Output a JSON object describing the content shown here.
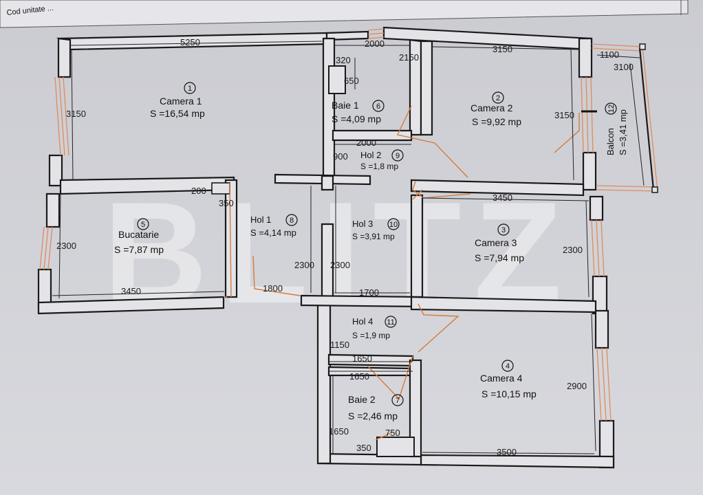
{
  "header": {
    "label": "Cod unitate ..."
  },
  "watermark": "BLITZ",
  "rooms": [
    {
      "id": "r1",
      "num": "1",
      "name": "Camera 1",
      "area": "S =16,54 mp"
    },
    {
      "id": "r2",
      "num": "2",
      "name": "Camera 2",
      "area": "S =9,92 mp"
    },
    {
      "id": "r3",
      "num": "3",
      "name": "Camera 3",
      "area": "S =7,94 mp"
    },
    {
      "id": "r4",
      "num": "4",
      "name": "Camera 4",
      "area": "S =10,15 mp"
    },
    {
      "id": "r5",
      "num": "5",
      "name": "Bucatarie",
      "area": "S =7,87 mp"
    },
    {
      "id": "r6",
      "num": "6",
      "name": "Baie 1",
      "area": "S =4,09 mp"
    },
    {
      "id": "r7",
      "num": "7",
      "name": "Baie 2",
      "area": "S =2,46 mp"
    },
    {
      "id": "r8",
      "num": "8",
      "name": "Hol 1",
      "area": "S =4,14 mp"
    },
    {
      "id": "r9",
      "num": "9",
      "name": "Hol 2",
      "area": "S =1,8 mp"
    },
    {
      "id": "r10",
      "num": "10",
      "name": "Hol 3",
      "area": "S =3,91 mp"
    },
    {
      "id": "r11",
      "num": "11",
      "name": "Hol 4",
      "area": "S =1,9 mp"
    },
    {
      "id": "r12",
      "num": "12",
      "name": "Balcon",
      "area": "S =3,41 mp"
    }
  ],
  "dimensions": [
    "5250",
    "3150",
    "2300",
    "3450",
    "200",
    "350",
    "1800",
    "320",
    "650",
    "2000",
    "2150",
    "2000",
    "900",
    "3150",
    "3150",
    "1100",
    "3100",
    "2300",
    "2300",
    "3450",
    "2300",
    "1700",
    "1150",
    "1650",
    "1650",
    "1650",
    "750",
    "350",
    "2900",
    "3500"
  ]
}
